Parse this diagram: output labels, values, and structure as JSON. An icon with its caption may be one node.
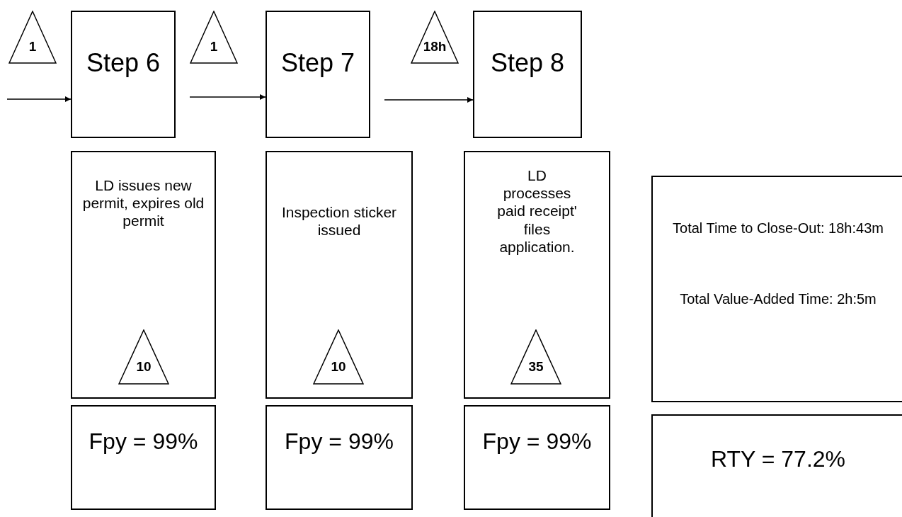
{
  "diagram": {
    "nodes": [
      {
        "text": [
          "1"
        ]
      },
      {
        "text": [
          "Step 6"
        ]
      },
      {
        "text": [
          "1"
        ]
      },
      {
        "text": [
          "Step 7"
        ]
      },
      {
        "text": [
          "18h"
        ]
      },
      {
        "text": [
          "Step 8"
        ]
      },
      {
        "text": [
          "LD issues new permit, expires old permit"
        ]
      },
      {
        "text": [
          "10"
        ],
        "in": 6
      },
      {
        "text": [
          "Inspection sticker issued"
        ]
      },
      {
        "text": [
          "10"
        ],
        "in": 8
      },
      {
        "text": [
          "LD processes paid receipt' files application."
        ]
      },
      {
        "text": [
          "35"
        ],
        "in": 10
      },
      {
        "text": [
          "Fpy = 99%"
        ]
      },
      {
        "text": [
          "Fpy = 99%"
        ]
      },
      {
        "text": [
          "Fpy = 99%"
        ]
      },
      {
        "text": [
          "Total Time to Close-Out: 18h:43m",
          "Total Value-Added Time: 2h:5m"
        ]
      },
      {
        "text": [
          "RTY = 77.2%"
        ]
      }
    ],
    "edges": [
      {
        "from": null,
        "to": 1,
        "arrow": "to"
      },
      {
        "from": 1,
        "to": 3,
        "arrow": "to"
      },
      {
        "from": 3,
        "to": 5,
        "arrow": "to"
      }
    ]
  }
}
